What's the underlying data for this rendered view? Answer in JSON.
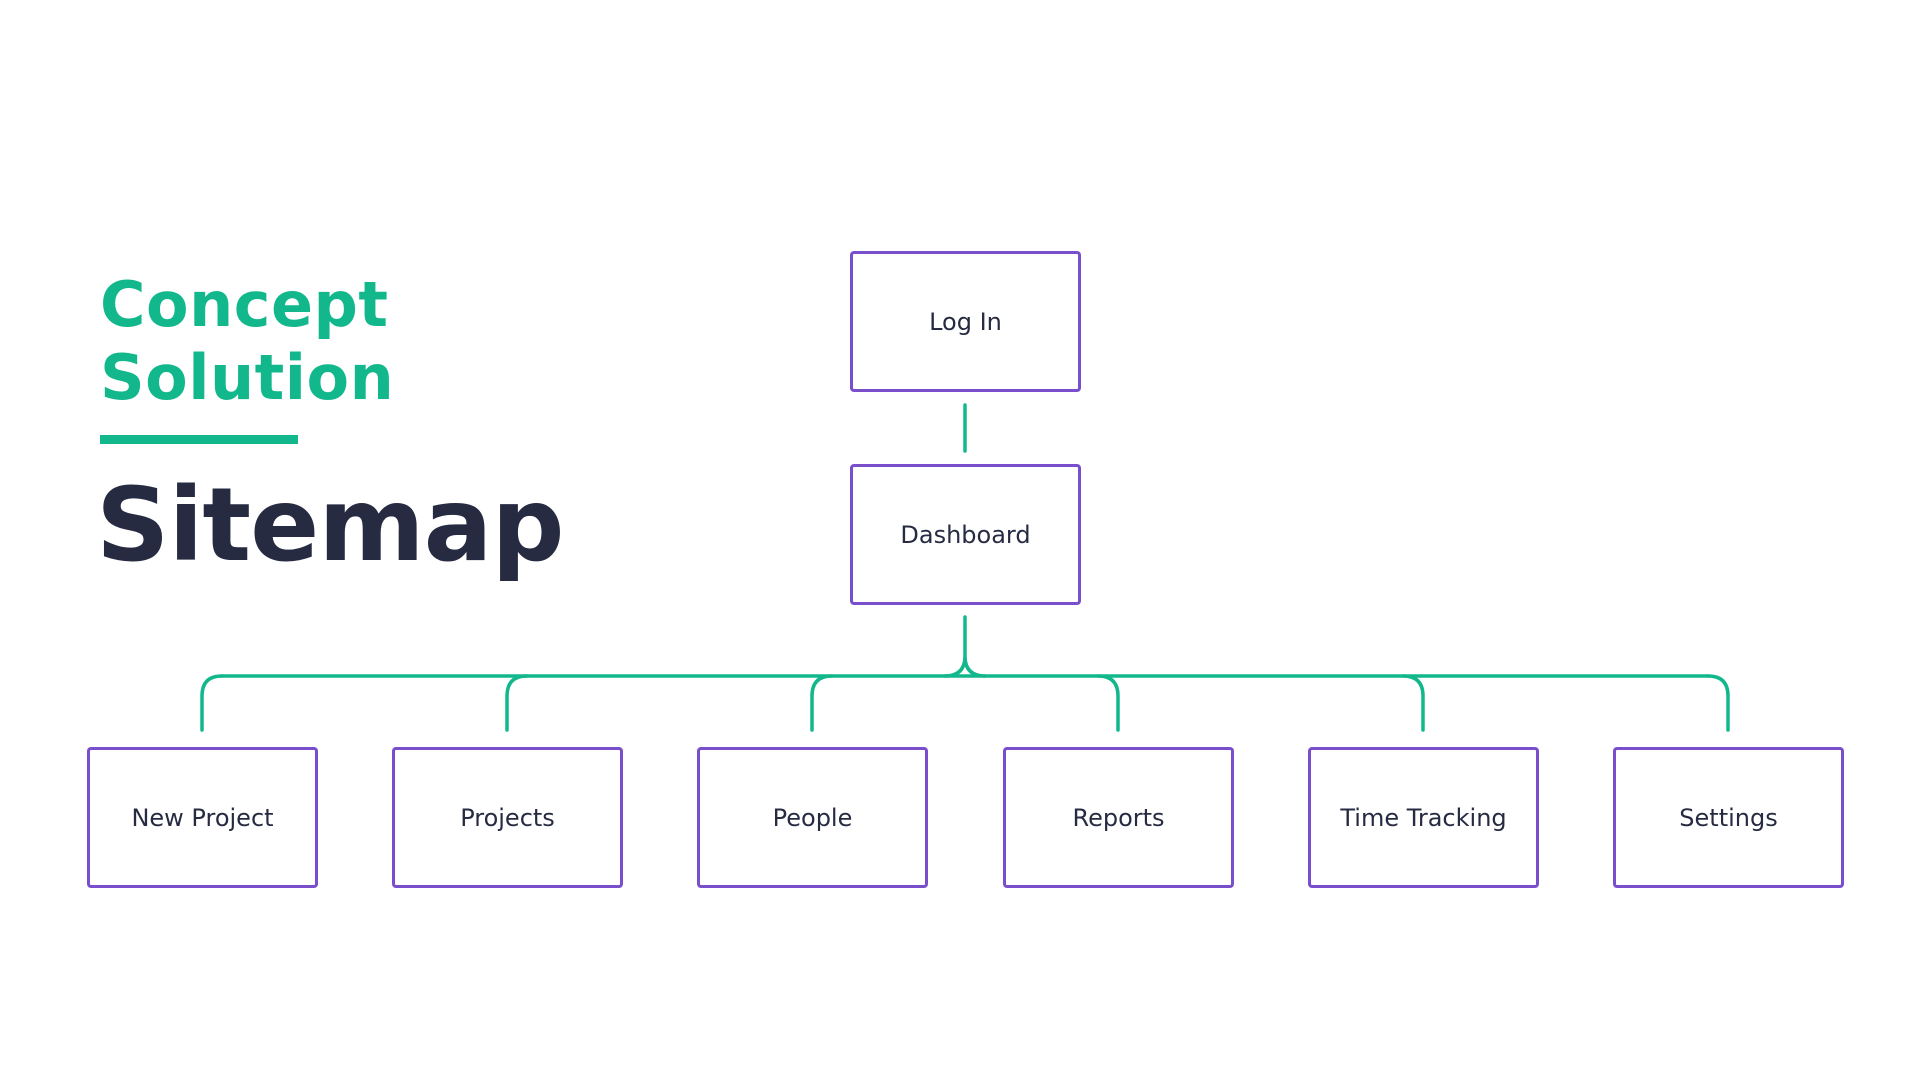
{
  "header": {
    "subtitle_line1": "Concept",
    "subtitle_line2": "Solution",
    "title": "Sitemap"
  },
  "colors": {
    "accent": "#12b88c",
    "title": "#272b42",
    "node_border": "#7a4fcb"
  },
  "sitemap": {
    "root": "Log In",
    "hub": "Dashboard",
    "children": [
      "New Project",
      "Projects",
      "People",
      "Reports",
      "Time Tracking",
      "Settings"
    ]
  }
}
